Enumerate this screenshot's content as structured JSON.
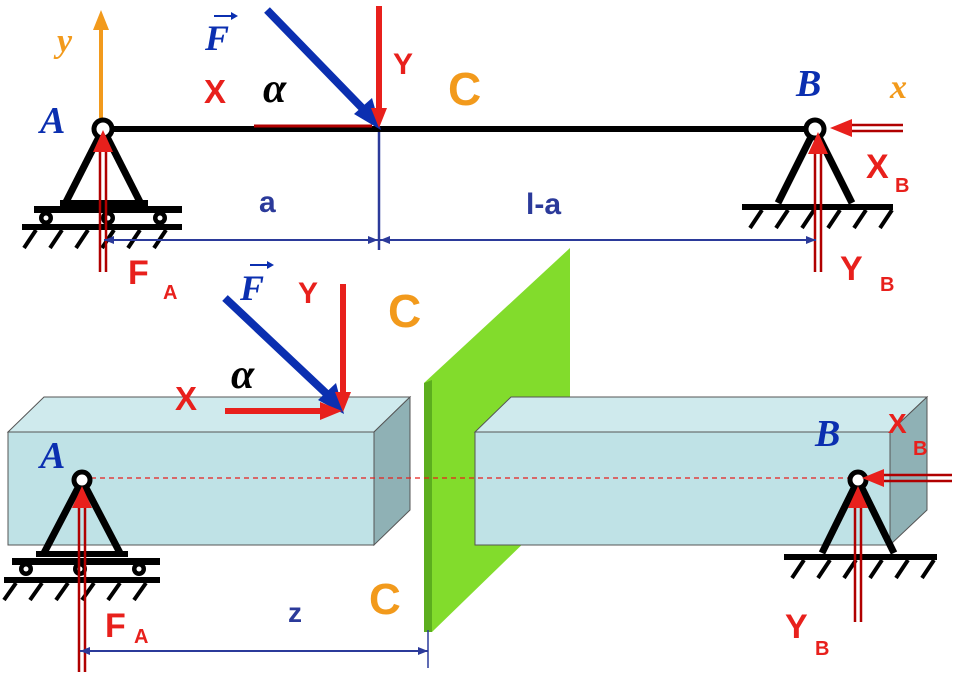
{
  "top": {
    "axis_y": "y",
    "axis_x": "x",
    "force_f": "F",
    "x_label": "X",
    "y_label": "Y",
    "alpha": "α",
    "point_c": "C",
    "point_a": "A",
    "point_b": "B",
    "dim_a": "a",
    "dim_la": "l-a",
    "fa_main": "F",
    "fa_sub": "A",
    "xb_main": "X",
    "xb_sub": "B",
    "yb_main": "Y",
    "yb_sub": "B"
  },
  "bottom": {
    "force_f": "F",
    "y_label": "Y",
    "x_label": "X",
    "alpha": "α",
    "point_c_top": "C",
    "point_c_bottom": "C",
    "point_a": "A",
    "point_b": "B",
    "dim_z": "z",
    "fa_main": "F",
    "fa_sub": "A",
    "xb_main": "X",
    "xb_sub": "B",
    "yb_main": "Y",
    "yb_sub": "B"
  },
  "colors": {
    "red": "#e8201c",
    "dark_red": "#b00000",
    "blue": "#0b2fb0",
    "navy": "#2b3a9a",
    "orange": "#f29a1c",
    "beam_fill": "#bfe2e6",
    "plane_green": "#82dc2c"
  }
}
